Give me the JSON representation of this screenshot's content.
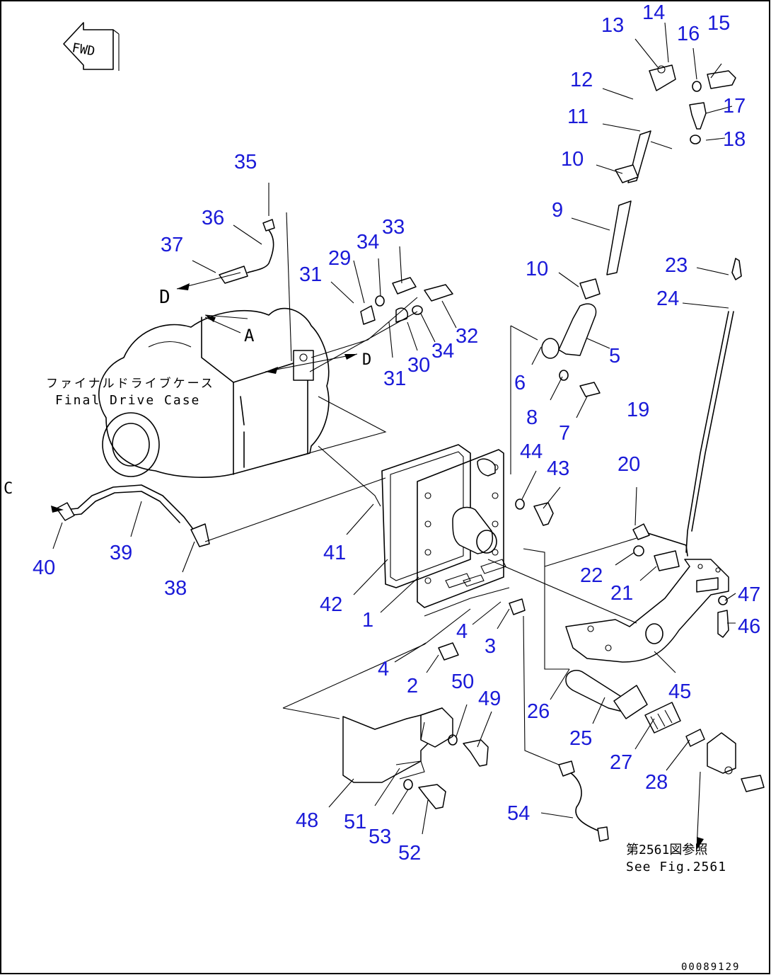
{
  "fwd_mark": "FWD",
  "final_drive_jp": "ファイナルドライブケース",
  "final_drive_en": "Final Drive Case",
  "see_fig_jp": "第2561図参照",
  "see_fig_en": "See Fig.2561",
  "figure_number": "00089129",
  "letter_refs": [
    "D",
    "A",
    "D",
    "C"
  ],
  "callouts": [
    "13",
    "14",
    "16",
    "15",
    "12",
    "17",
    "11",
    "18",
    "10",
    "9",
    "10",
    "23",
    "24",
    "5",
    "6",
    "8",
    "7",
    "19",
    "35",
    "36",
    "37",
    "34",
    "33",
    "29",
    "31",
    "30",
    "34",
    "32",
    "31",
    "44",
    "43",
    "20",
    "41",
    "42",
    "1",
    "40",
    "39",
    "38",
    "22",
    "21",
    "47",
    "46",
    "4",
    "3",
    "4",
    "2",
    "45",
    "50",
    "49",
    "26",
    "25",
    "27",
    "28",
    "54",
    "48",
    "51",
    "53",
    "52"
  ]
}
